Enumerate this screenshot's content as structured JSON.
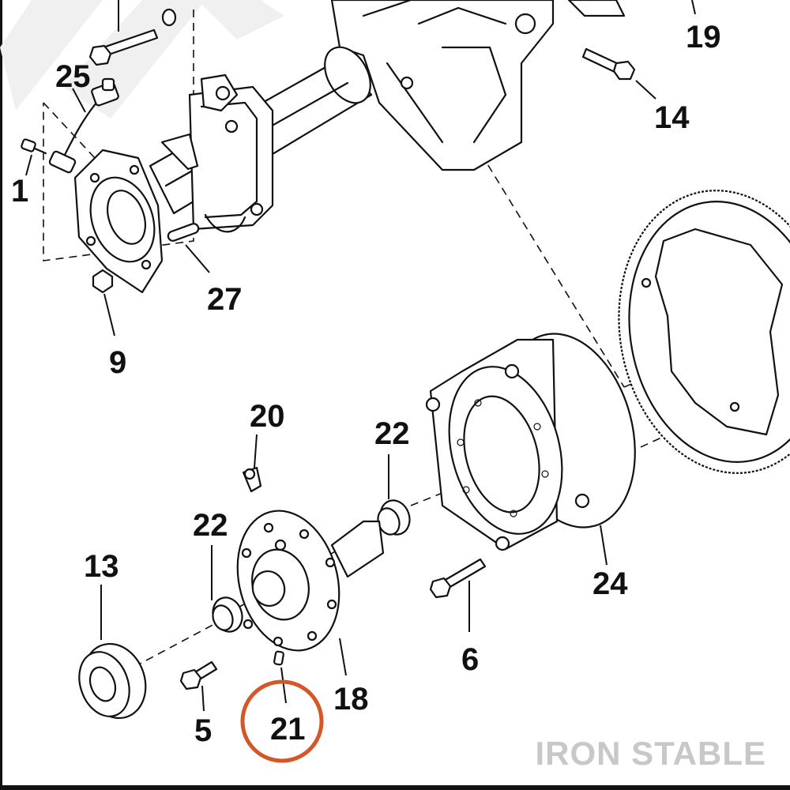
{
  "diagram": {
    "part_numbers": {
      "p1": "1",
      "p5": "5",
      "p6": "6",
      "p9": "9",
      "p13": "13",
      "p14": "14",
      "p18": "18",
      "p19": "19",
      "p20": "20",
      "p21": "21",
      "p22a": "22",
      "p22b": "22",
      "p24": "24",
      "p25": "25",
      "p27": "27"
    },
    "highlight": {
      "part": "21",
      "color": "#d4572a"
    },
    "watermark": "IRON STABLE"
  }
}
